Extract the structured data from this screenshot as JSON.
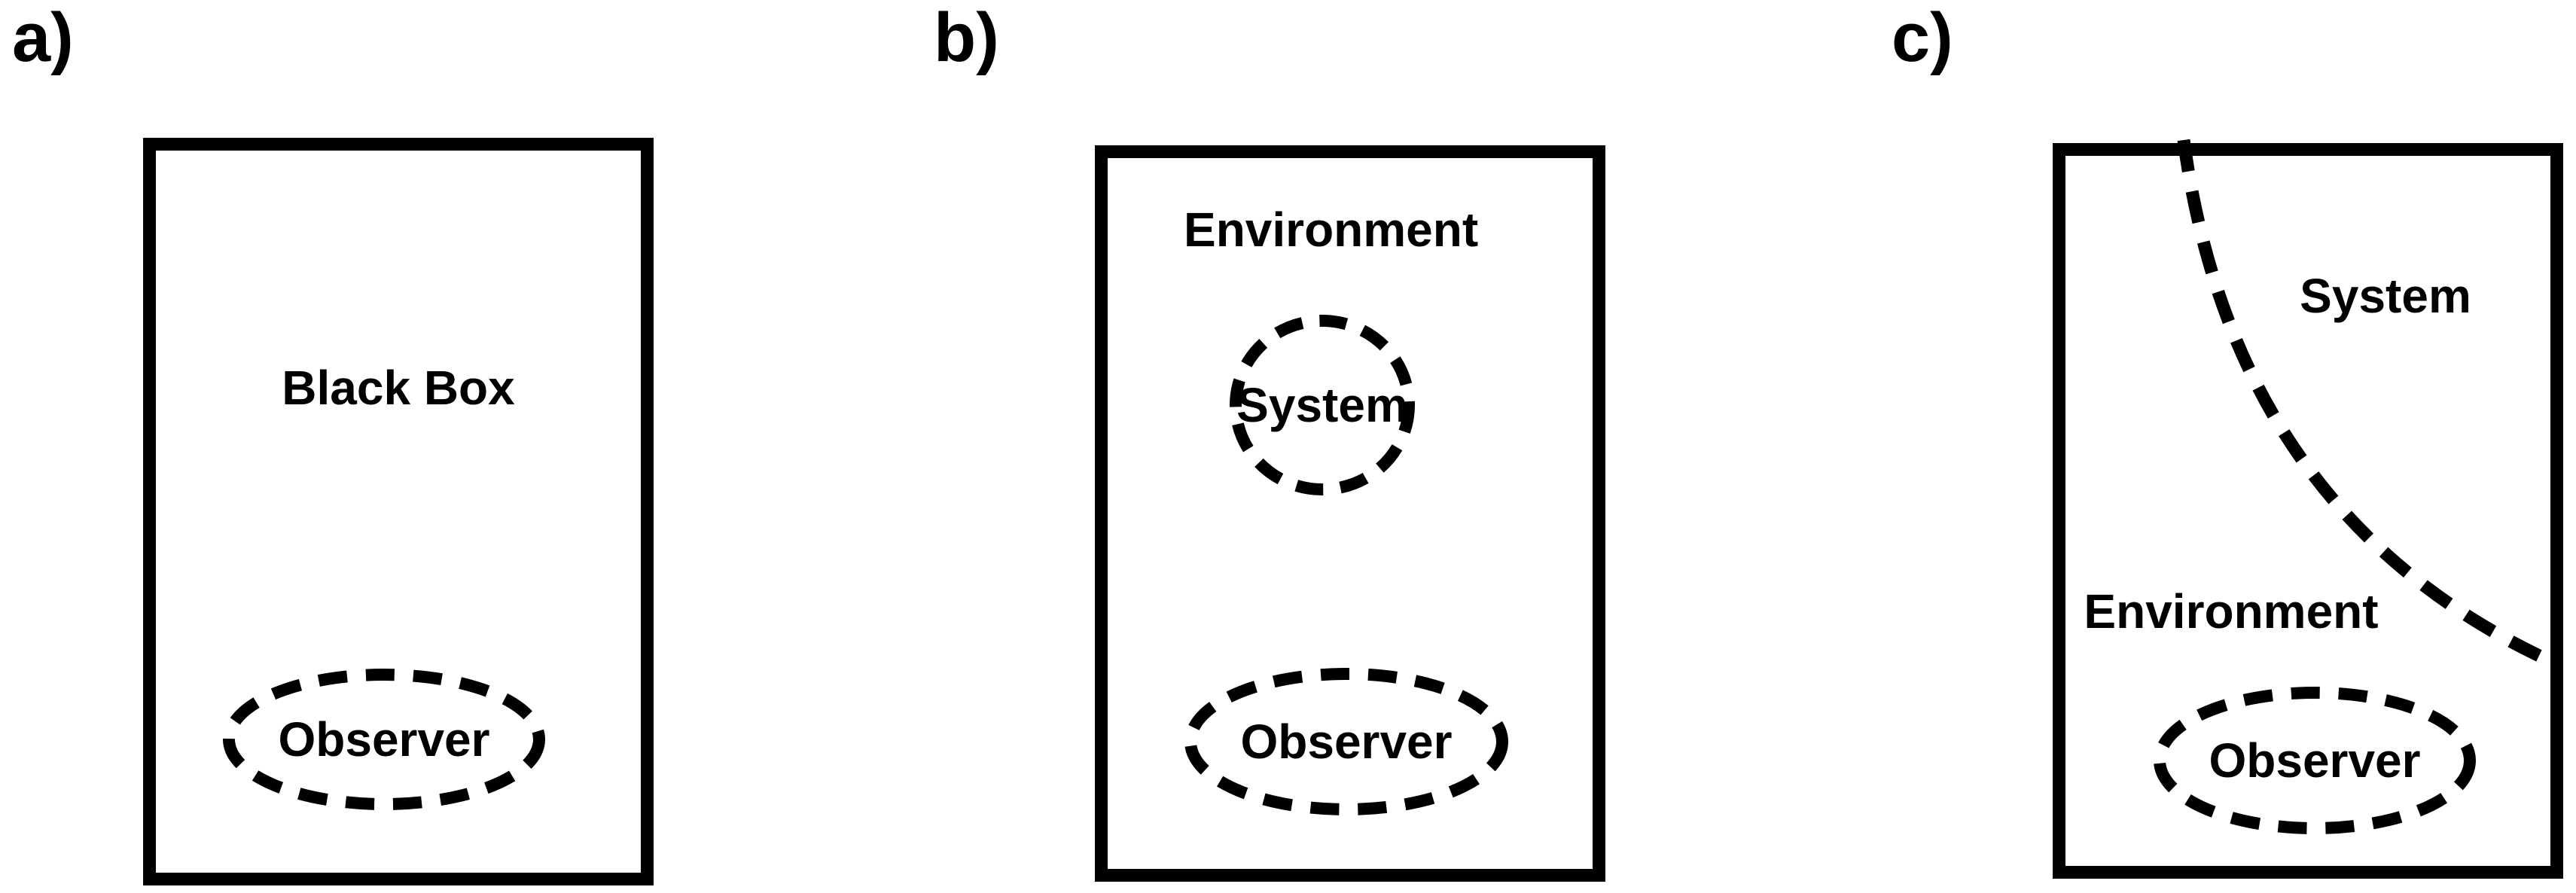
{
  "figure": {
    "background_color": "#ffffff",
    "ink_color": "#000000",
    "kind": "three-panel observer / system / environment diagram"
  },
  "panels": [
    {
      "label": "a)",
      "box_label": "Black Box",
      "observer_label": "Observer"
    },
    {
      "label": "b)",
      "environment_label": "Environment",
      "system_label": "System",
      "observer_label": "Observer"
    },
    {
      "label": "c)",
      "system_label": "System",
      "environment_label": "Environment",
      "observer_label": "Observer"
    }
  ]
}
